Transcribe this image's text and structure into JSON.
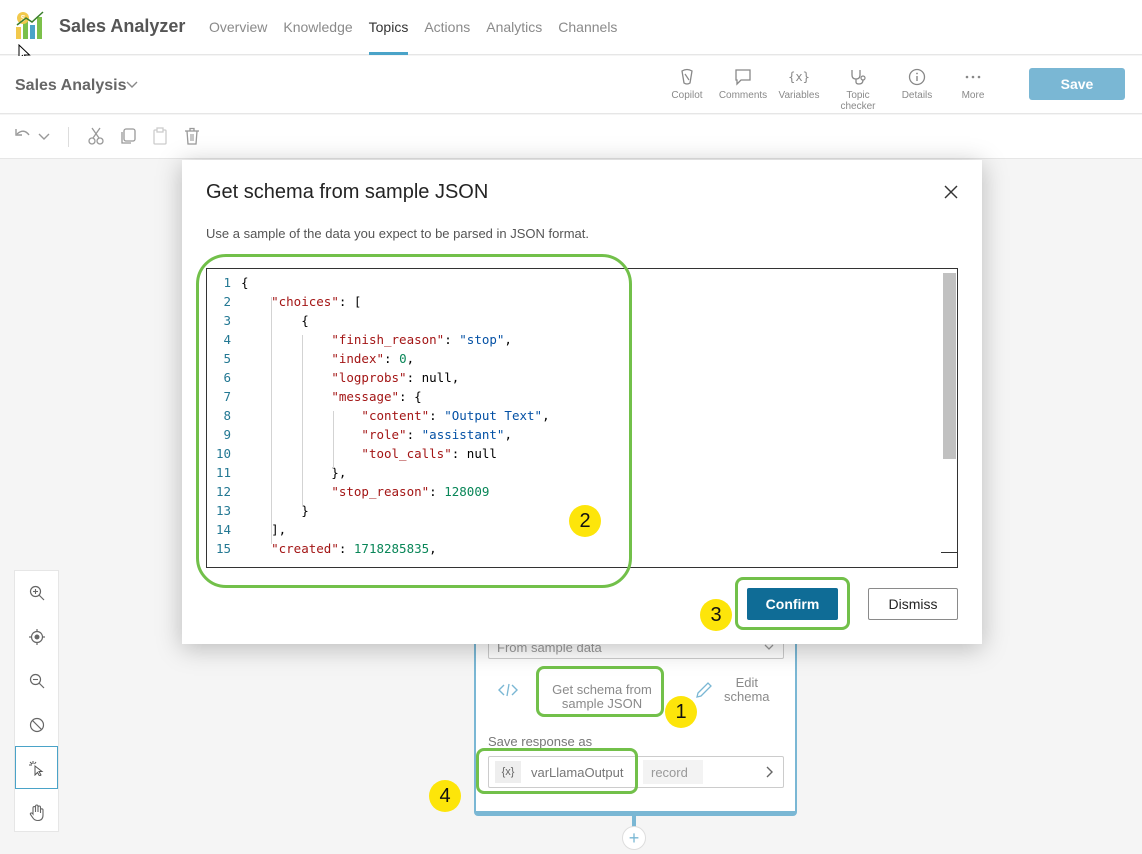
{
  "app": {
    "title": "Sales Analyzer",
    "nav": [
      "Overview",
      "Knowledge",
      "Topics",
      "Actions",
      "Analytics",
      "Channels"
    ],
    "active_nav": "Topics"
  },
  "subbar": {
    "topic_name": "Sales Analysis",
    "tools": [
      {
        "label": "Copilot",
        "icon": "copilot-icon"
      },
      {
        "label": "Comments",
        "icon": "comment-icon"
      },
      {
        "label": "Variables",
        "icon": "variable-icon"
      },
      {
        "label": "Topic checker",
        "icon": "stethoscope-icon"
      },
      {
        "label": "Details",
        "icon": "info-icon"
      },
      {
        "label": "More",
        "icon": "ellipsis-icon"
      }
    ],
    "save_label": "Save"
  },
  "modal": {
    "title": "Get schema from sample JSON",
    "description": "Use a sample of the data you expect to be parsed in JSON format.",
    "code_lines": [
      {
        "n": "1",
        "t": "{"
      },
      {
        "n": "2",
        "t": "    \"choices\": ["
      },
      {
        "n": "3",
        "t": "        {"
      },
      {
        "n": "4",
        "t": "            \"finish_reason\": \"stop\","
      },
      {
        "n": "5",
        "t": "            \"index\": 0,"
      },
      {
        "n": "6",
        "t": "            \"logprobs\": null,"
      },
      {
        "n": "7",
        "t": "            \"message\": {"
      },
      {
        "n": "8",
        "t": "                \"content\": \"Output Text\","
      },
      {
        "n": "9",
        "t": "                \"role\": \"assistant\","
      },
      {
        "n": "10",
        "t": "                \"tool_calls\": null"
      },
      {
        "n": "11",
        "t": "            },"
      },
      {
        "n": "12",
        "t": "            \"stop_reason\": 128009"
      },
      {
        "n": "13",
        "t": "        }"
      },
      {
        "n": "14",
        "t": "    ],"
      },
      {
        "n": "15",
        "t": "    \"created\": 1718285835,"
      }
    ],
    "confirm_label": "Confirm",
    "dismiss_label": "Dismiss"
  },
  "node": {
    "schema_source": "From sample data",
    "get_schema_label_1": "Get schema from",
    "get_schema_label_2": "sample JSON",
    "edit_schema_label_1": "Edit",
    "edit_schema_label_2": "schema",
    "save_response_label": "Save response as",
    "var_badge": "{x}",
    "var_name": "varLlamaOutput",
    "var_type": "record"
  },
  "annotations": [
    "1",
    "2",
    "3",
    "4"
  ],
  "colors": {
    "accent": "#4aa3c8",
    "confirm": "#0f6c96",
    "highlight": "#72c04a",
    "badge": "#fde50a"
  }
}
